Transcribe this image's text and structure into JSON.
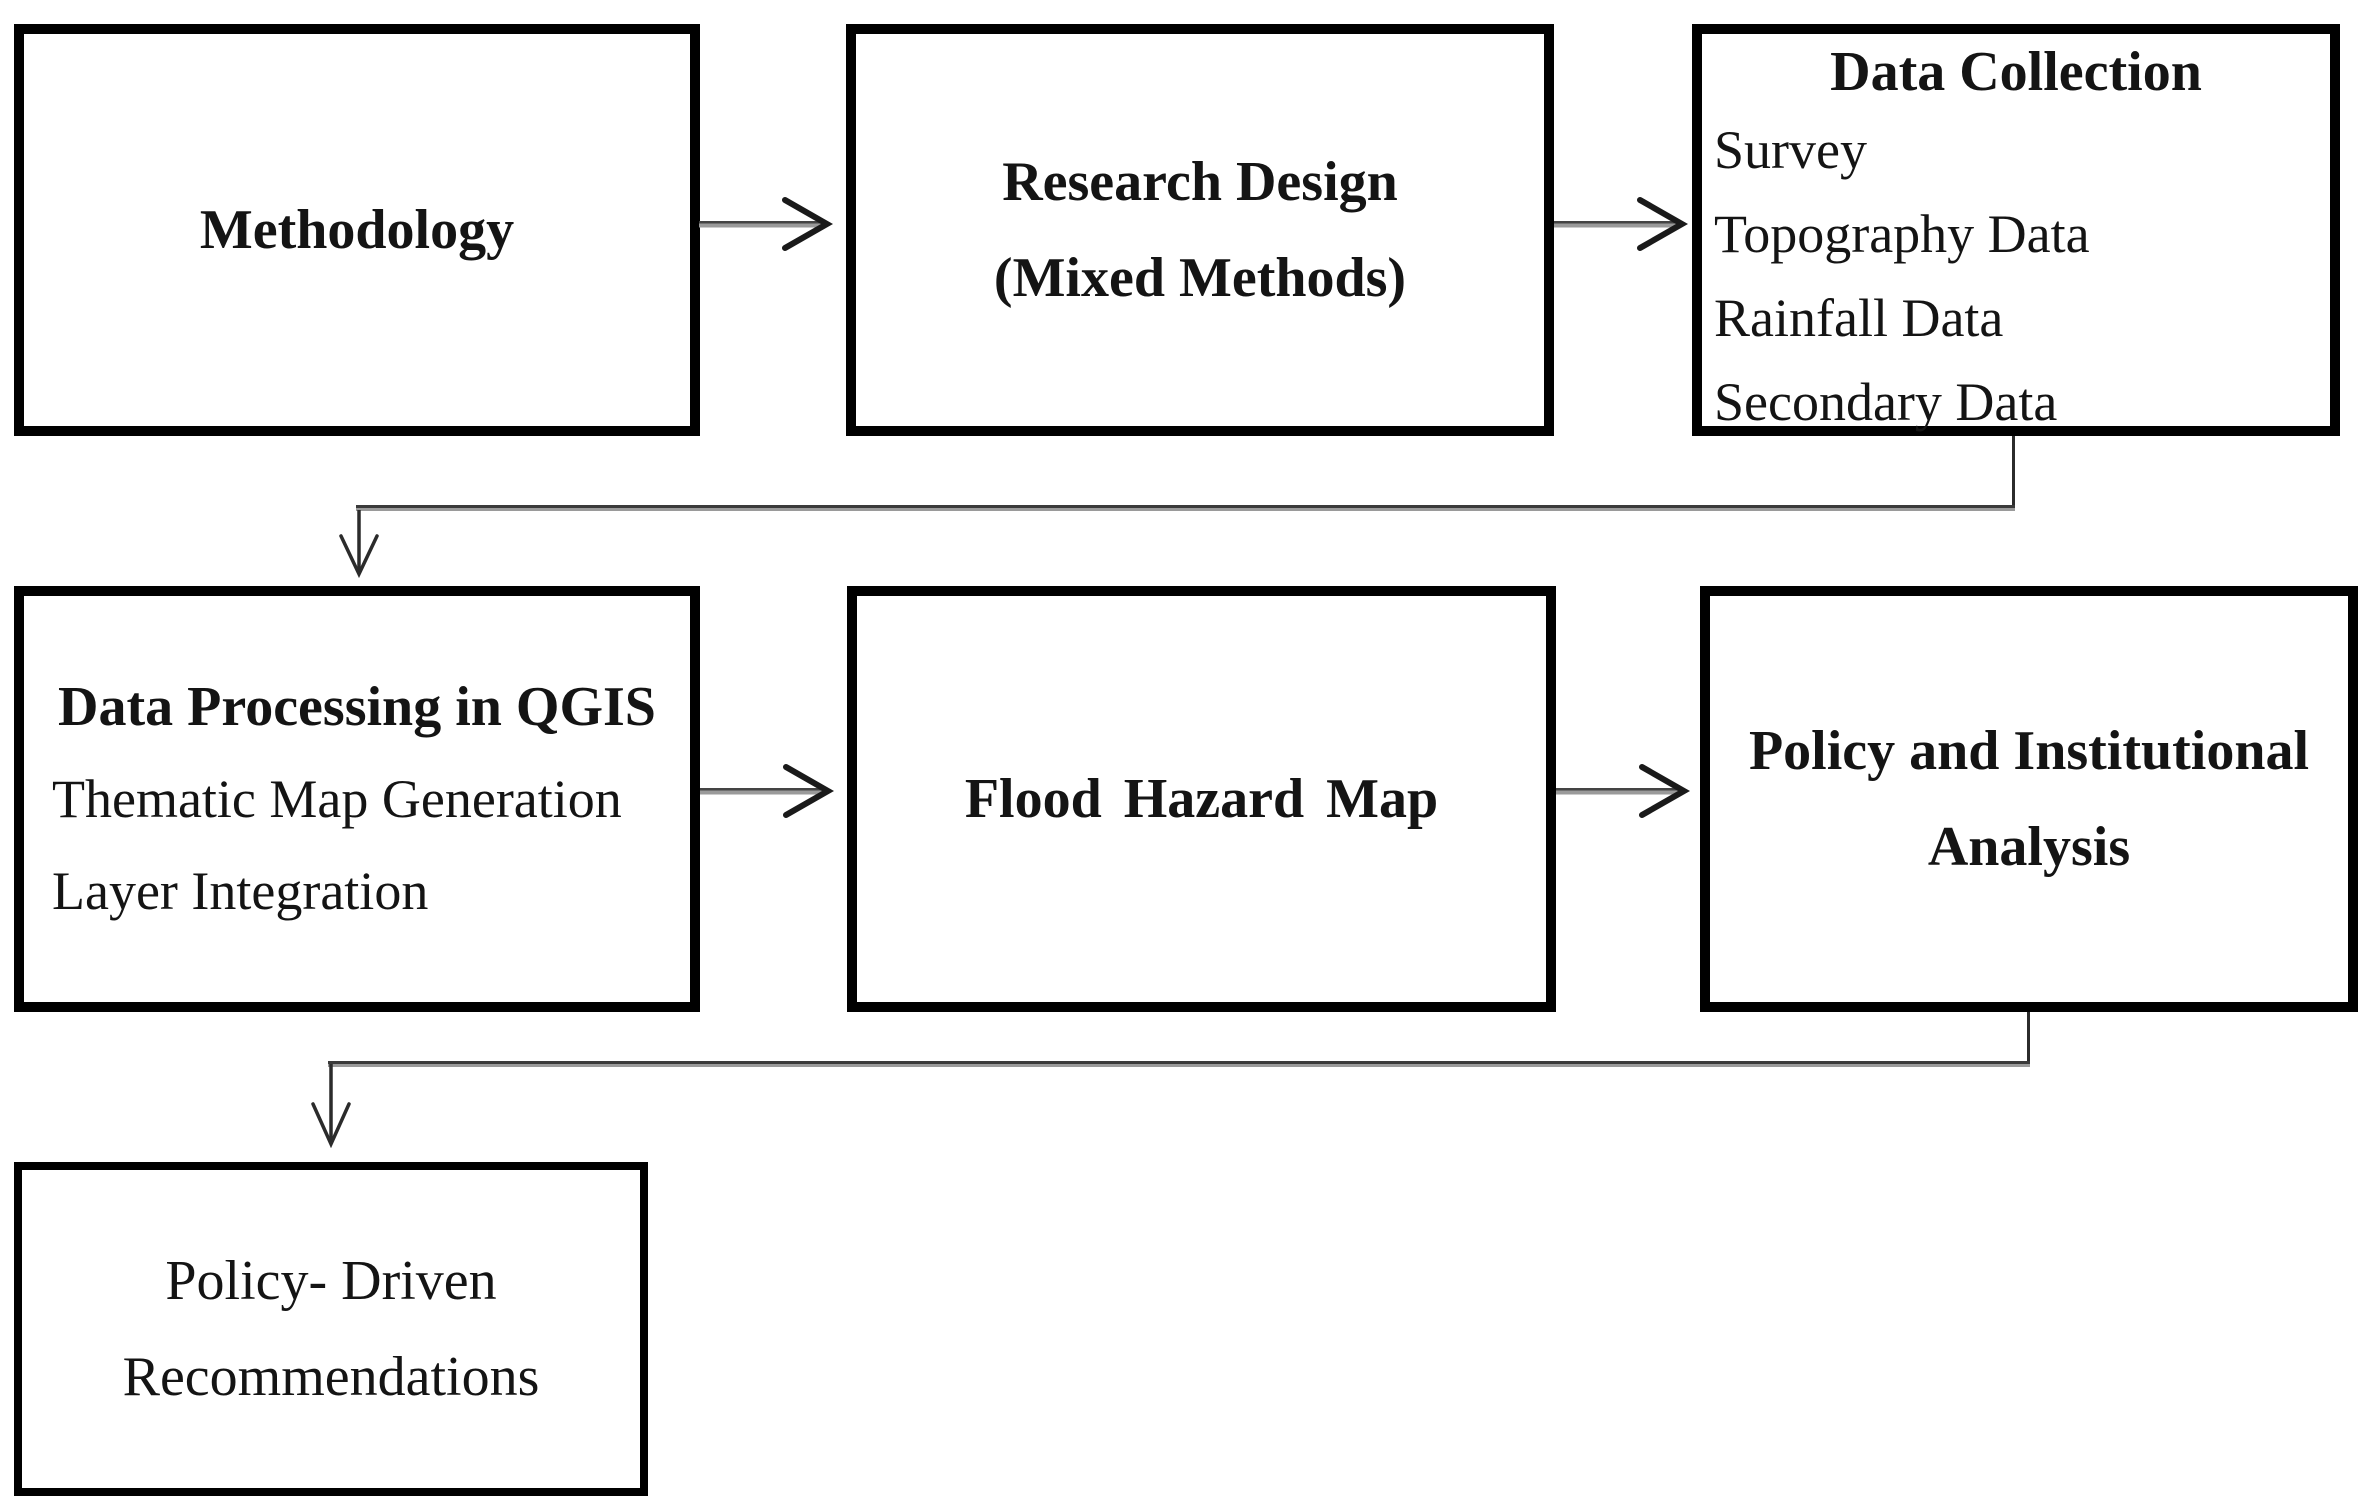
{
  "diagram": {
    "type": "flowchart",
    "boxes": {
      "methodology": {
        "title": "Methodology"
      },
      "research_design": {
        "lines": [
          "Research Design",
          "(Mixed Methods)"
        ]
      },
      "data_collection": {
        "title": "Data Collection",
        "items": [
          "Survey",
          "Topography Data",
          "Rainfall Data",
          "Secondary Data"
        ]
      },
      "data_processing": {
        "title": "Data Processing in QGIS",
        "items": [
          "Thematic Map Generation",
          "Layer Integration"
        ]
      },
      "flood_hazard_map": {
        "title": "Flood Hazard Map"
      },
      "policy_analysis": {
        "lines": [
          "Policy and Institutional",
          "Analysis"
        ]
      },
      "recommendations": {
        "lines": [
          "Policy- Driven",
          "Recommendations"
        ]
      }
    },
    "colors": {
      "background": "#ffffff",
      "box_border": "#000000",
      "text": "#141414",
      "connector_shaft": "#9a9a9a",
      "connector_edge": "#3a3a3a",
      "arrowhead": "#1a1a1a"
    }
  }
}
